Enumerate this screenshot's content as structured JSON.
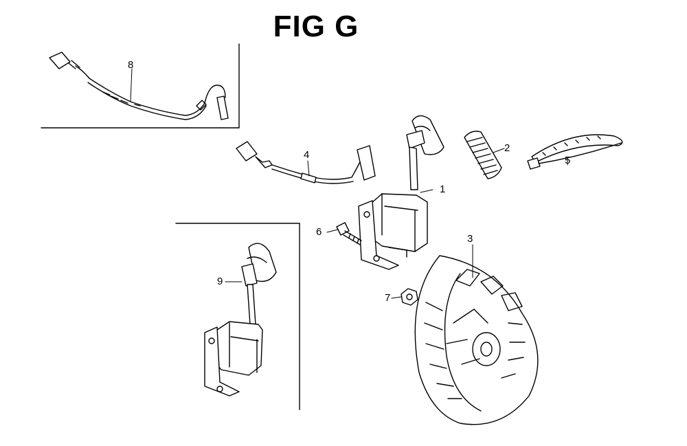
{
  "figure": {
    "title": "FIG G"
  },
  "callouts": [
    {
      "id": "part-1",
      "label": "1"
    },
    {
      "id": "part-2",
      "label": "2"
    },
    {
      "id": "part-3",
      "label": "3"
    },
    {
      "id": "part-4",
      "label": "4"
    },
    {
      "id": "part-5",
      "label": "5"
    },
    {
      "id": "part-6",
      "label": "6"
    },
    {
      "id": "part-7",
      "label": "7"
    },
    {
      "id": "part-8",
      "label": "8"
    },
    {
      "id": "part-9",
      "label": "9"
    }
  ]
}
